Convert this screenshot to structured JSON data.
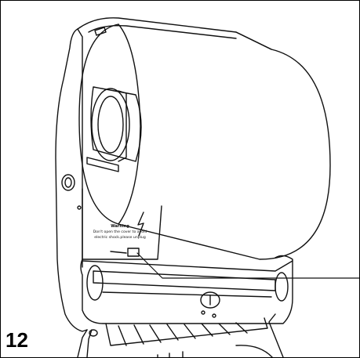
{
  "figure": {
    "number": "12",
    "warning_label": {
      "title": "Warning",
      "line1": "Don't open the cover to avoid",
      "line2": "electric shock.please unplug"
    }
  },
  "colors": {
    "line": "#111111",
    "background": "#ffffff"
  }
}
